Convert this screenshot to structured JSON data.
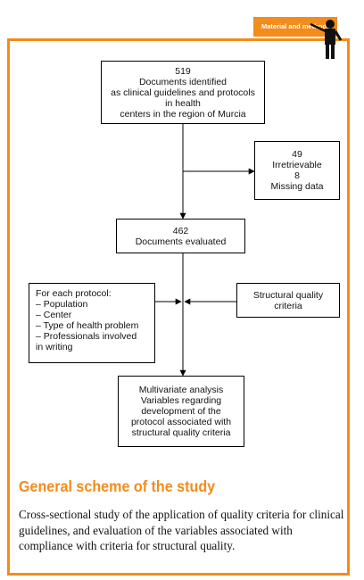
{
  "header": {
    "section_tag": "Material and methods"
  },
  "flowchart": {
    "documents_identified": [
      "519",
      "Documents identified",
      "as clinical guidelines and protocols",
      "in health",
      "centers in the region of Murcia"
    ],
    "excluded": [
      "49",
      "Irretrievable",
      "8",
      "Missing data"
    ],
    "documents_evaluated": [
      "462",
      "Documents evaluated"
    ],
    "protocol_variables": [
      "For each protocol:",
      " – Population",
      "– Center",
      "– Type of health problem",
      "– Professionals involved",
      "in writing"
    ],
    "structural_criteria": [
      "Structural quality",
      "criteria"
    ],
    "analysis": [
      "Multivariate analysis",
      "Variables regarding",
      "development of the",
      "protocol associated with",
      "structural quality criteria"
    ]
  },
  "caption": {
    "title": "General scheme of the study",
    "text": "Cross-sectional study of the application of quality criteria for clinical guidelines, and evaluation of the variables associated with compliance with criteria for structural quality."
  },
  "colors": {
    "accent": "#f28c1b",
    "line": "#000000"
  }
}
